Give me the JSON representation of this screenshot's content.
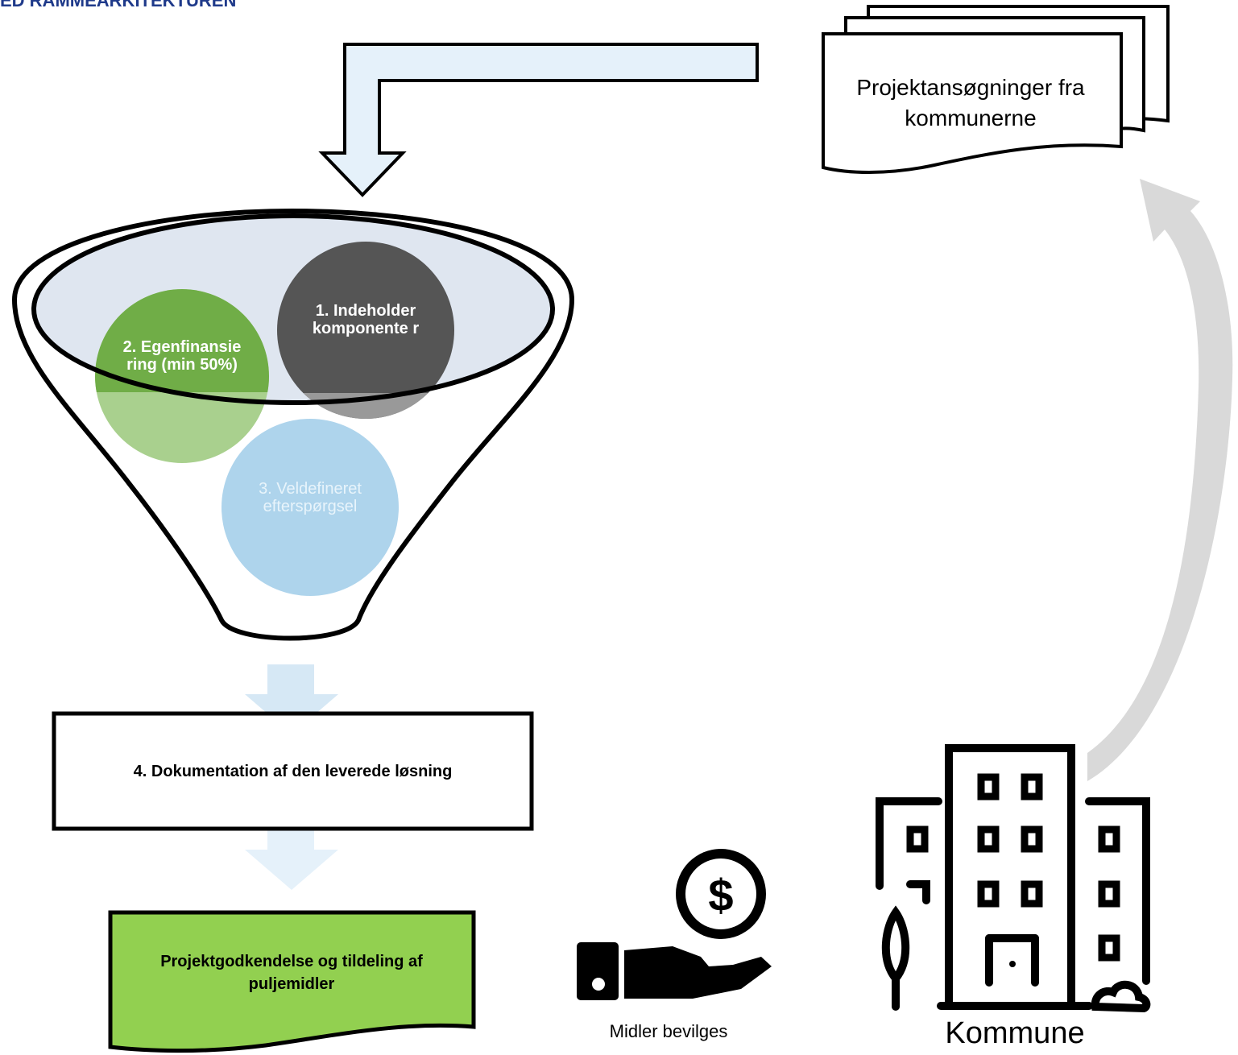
{
  "header": {
    "text": "ED RAMMEARKITEKTUREN"
  },
  "documents": {
    "label": "Projektansøgninger fra kommunerne"
  },
  "funnel": {
    "criteria": [
      {
        "label": "1. Indeholder komponente r",
        "color": "#555555"
      },
      {
        "label": "2. Egenfinansie ring (min 50%)",
        "color": "#70ad47"
      },
      {
        "label": "3. Veldefineret efterspørgsel",
        "color": "#aed4ec"
      }
    ]
  },
  "documentation": {
    "label": "4. Dokumentation af den leverede løsning"
  },
  "approval": {
    "label": "Projektgodkendelse og tildeling af puljemidler",
    "color": "#92d050"
  },
  "money": {
    "caption": "Midler bevilges",
    "icon": "hand-dollar-icon"
  },
  "municipality": {
    "caption": "Kommune",
    "icon": "building-icon"
  },
  "colors": {
    "arrow_fill": "#e5f1fa",
    "funnel_top": "#dfe6f0",
    "curved_arrow": "#d9d9d9"
  }
}
